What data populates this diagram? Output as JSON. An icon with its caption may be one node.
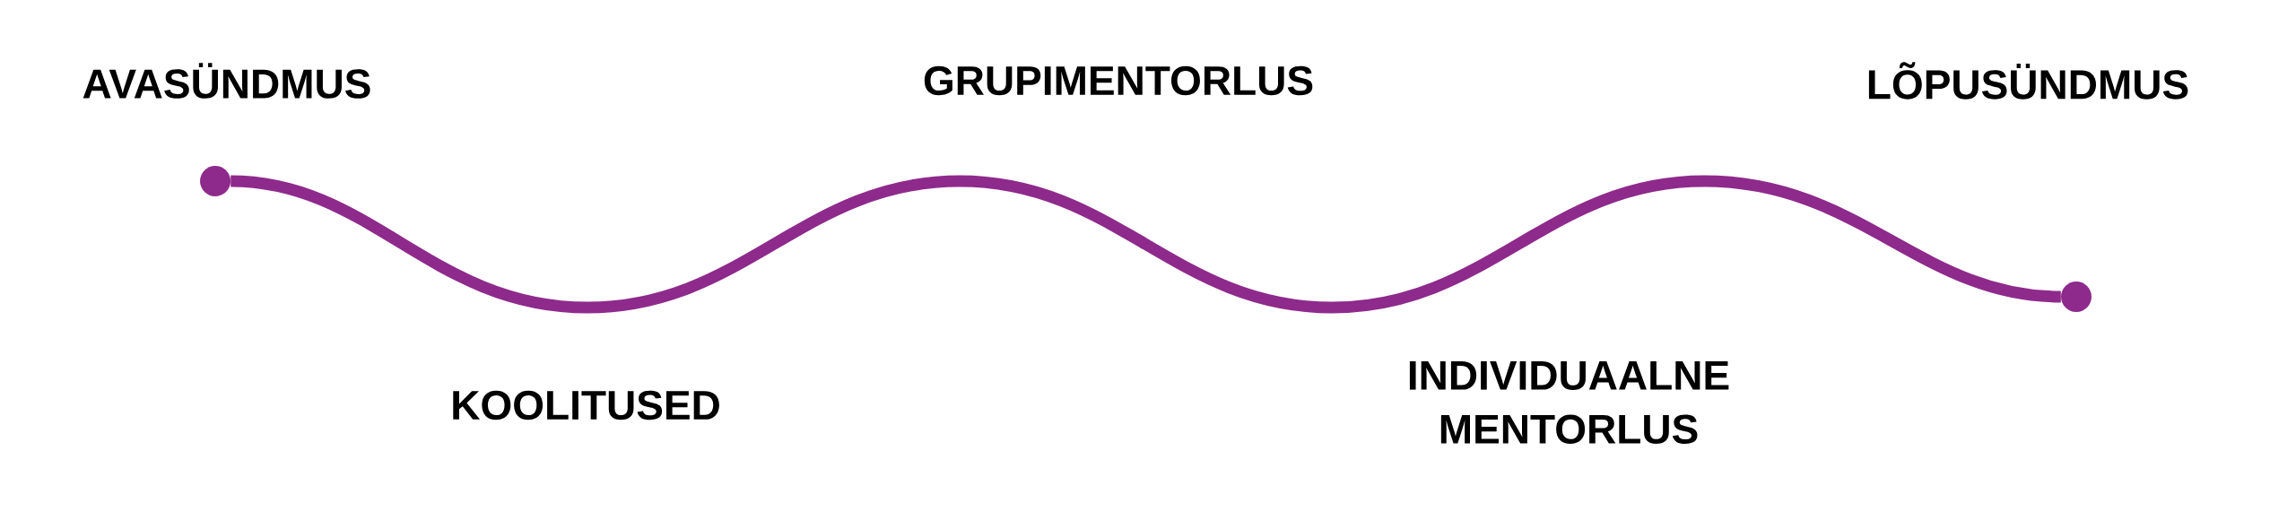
{
  "diagram": {
    "nodes": [
      {
        "text": [],
        "shape": "circle"
      },
      {
        "text": [],
        "shape": "circle"
      }
    ],
    "edges": [
      {
        "from": 0,
        "to": 1,
        "arrow": "none"
      }
    ],
    "labels": [
      "AVASÜNDMUS",
      "GRUPIMENTORLUS",
      "LÕPUSÜNDMUS",
      "KOOLITUSED",
      "INDIVIDUAALNE MENTORLUS"
    ]
  }
}
